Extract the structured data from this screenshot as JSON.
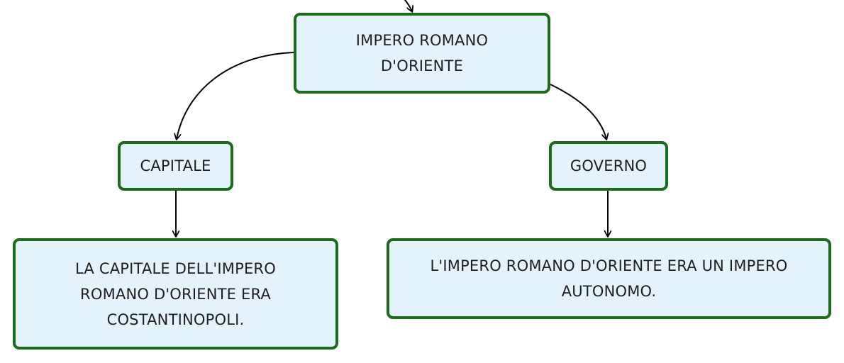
{
  "nodes": {
    "root": "IMPERO ROMANO\nD'ORIENTE",
    "capitale": "CAPITALE",
    "governo": "GOVERNO",
    "capitale_desc": "LA CAPITALE DELL'IMPERO\nROMANO D'ORIENTE ERA\nCOSTANTINOPOLI.",
    "governo_desc": "L'IMPERO ROMANO D'ORIENTE ERA UN IMPERO\nAUTONOMO."
  },
  "colors": {
    "node_fill": "#e4f2fc",
    "node_border": "#1d6b1d",
    "edge": "#000000"
  }
}
